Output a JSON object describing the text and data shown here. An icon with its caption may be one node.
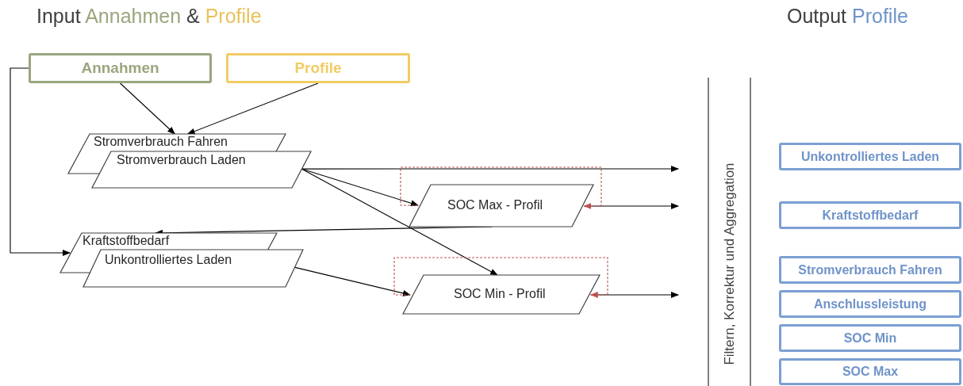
{
  "diagram": {
    "title": "Input Annahmen & Profile",
    "nodes": [
      {
        "text": [
          "Annahmen"
        ]
      },
      {
        "text": [
          "Profile"
        ]
      },
      {
        "text": [
          "Stromverbrauch Fahren"
        ]
      },
      {
        "text": [
          "Stromverbrauch Laden"
        ]
      },
      {
        "text": [
          "Kraftstoffbedarf"
        ]
      },
      {
        "text": [
          "Unkontrolliertes Laden"
        ]
      },
      {
        "text": [
          "SOC Max - Profil"
        ]
      },
      {
        "text": [
          "SOC Min - Profil"
        ]
      },
      {
        "text": [
          "Filtern, Korrektur und Aggregation"
        ]
      },
      {
        "text": [
          "Unkontrolliertes Laden"
        ]
      },
      {
        "text": [
          "Kraftstoffbedarf"
        ]
      },
      {
        "text": [
          "Stromverbrauch Fahren"
        ]
      },
      {
        "text": [
          "Anschlussleistung"
        ]
      },
      {
        "text": [
          "SOC Min"
        ]
      },
      {
        "text": [
          "SOC Max"
        ]
      }
    ],
    "edges": [
      {
        "from": 0,
        "to": 2,
        "arrow": "to"
      },
      {
        "from": 1,
        "to": 2,
        "arrow": "to"
      },
      {
        "from": 0,
        "to": 4,
        "arrow": "to"
      },
      {
        "from": 3,
        "to": null,
        "arrow": "to"
      },
      {
        "from": 3,
        "to": 6,
        "arrow": "to"
      },
      {
        "from": 3,
        "to": 7,
        "arrow": "to"
      },
      {
        "from": 6,
        "to": 4,
        "arrow": "to"
      },
      {
        "from": 5,
        "to": 7,
        "arrow": "to"
      },
      {
        "from": 6,
        "to": null,
        "arrow": "to"
      },
      {
        "from": 7,
        "to": null,
        "arrow": "to"
      },
      {
        "from": 6,
        "to": 6,
        "arrow": "to",
        "style": "dashed",
        "color": "#c0504d"
      },
      {
        "from": 7,
        "to": 7,
        "arrow": "to",
        "style": "dashed",
        "color": "#c0504d"
      }
    ],
    "labels": [
      "Output Profile"
    ]
  }
}
